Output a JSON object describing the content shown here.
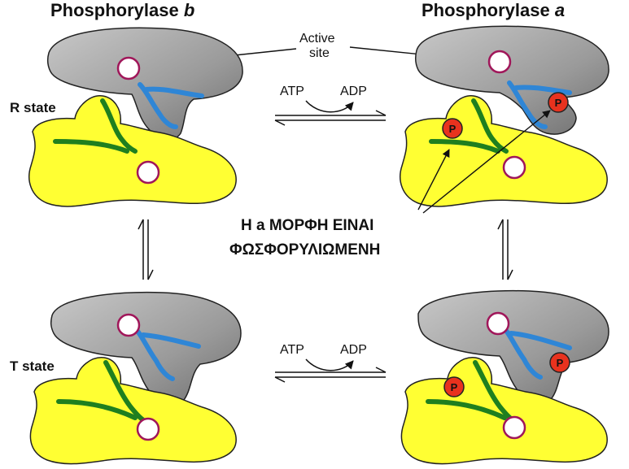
{
  "titles": {
    "left_prefix": "Phosphorylase ",
    "left_letter": "b",
    "right_prefix": "Phosphorylase ",
    "right_letter": "a"
  },
  "states": {
    "r": "R state",
    "t": "T state"
  },
  "active_site": {
    "line1": "Active",
    "line2": "site"
  },
  "reaction": {
    "atp": "ATP",
    "adp": "ADP"
  },
  "callout": {
    "line1": "Η a ΜΟΡΦΗ ΕΙΝΑΙ",
    "line2": "ΦΩΣΦΟΡΥΛΙΩΜΕΝΗ"
  },
  "phosphate_label": "P",
  "colors": {
    "gray_subunit": "#9a9a9a",
    "yellow_subunit": "#ffff33",
    "blue_helix": "#2f86d6",
    "green_helix": "#1f7f1f",
    "site_ring": "#a0175a",
    "phosphate": "#e8321e"
  },
  "icons": {
    "equilibrium": "equilibrium-arrows-icon",
    "reaction_arc": "curved-arrow-icon"
  }
}
